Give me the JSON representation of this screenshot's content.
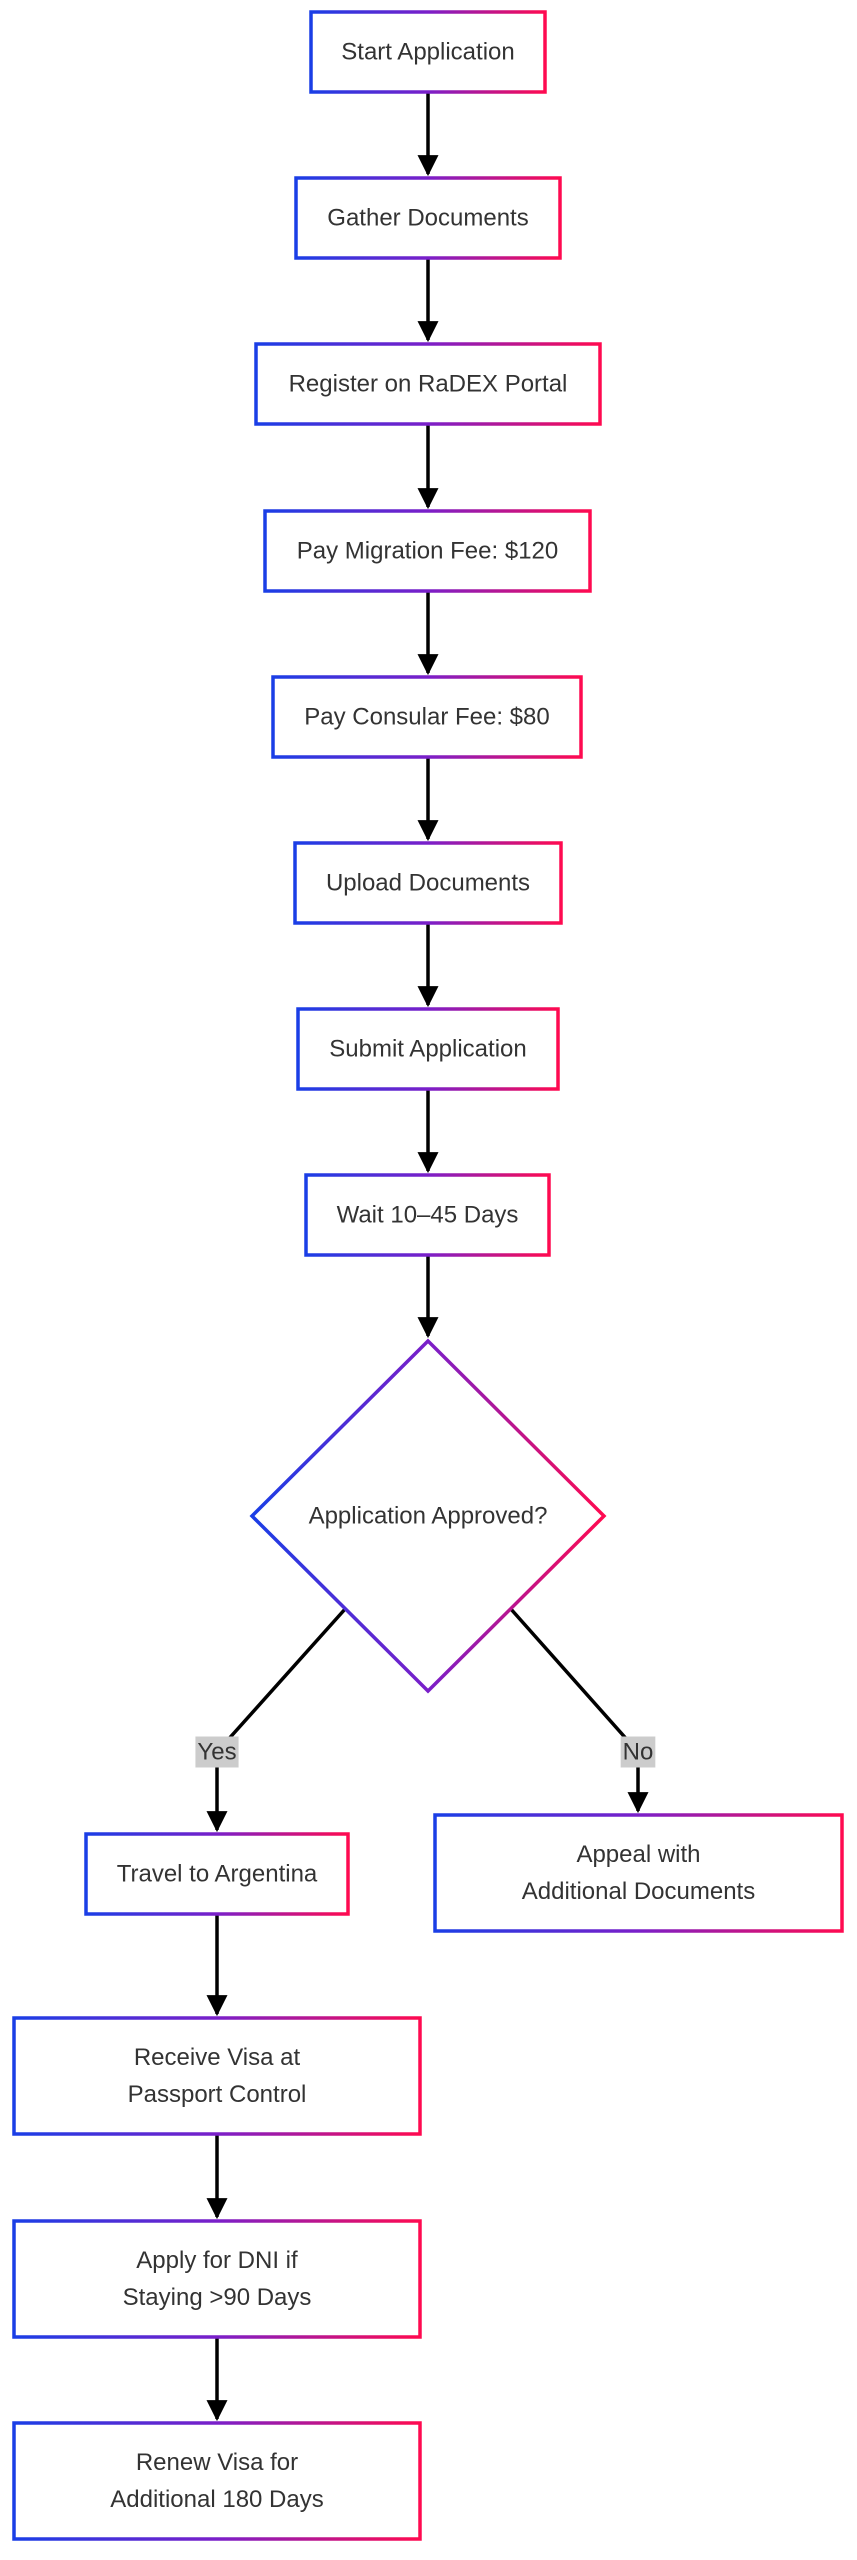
{
  "diagram": {
    "nodes": [
      {
        "id": "start",
        "label": "Start Application"
      },
      {
        "id": "gather",
        "label": "Gather Documents"
      },
      {
        "id": "register",
        "label": "Register on RaDEX Portal"
      },
      {
        "id": "migration_fee",
        "label": "Pay Migration Fee: $120"
      },
      {
        "id": "consular_fee",
        "label": "Pay Consular Fee: $80"
      },
      {
        "id": "upload",
        "label": "Upload Documents"
      },
      {
        "id": "submit",
        "label": "Submit Application"
      },
      {
        "id": "wait",
        "label": "Wait 10–45 Days"
      },
      {
        "id": "approved",
        "label": "Application Approved?"
      },
      {
        "id": "travel",
        "label": "Travel to Argentina"
      },
      {
        "id": "appeal",
        "label": "Appeal with Additional Documents"
      },
      {
        "id": "receive",
        "label": "Receive Visa at Passport Control"
      },
      {
        "id": "dni",
        "label": "Apply for DNI if Staying >90 Days"
      },
      {
        "id": "renew",
        "label": "Renew Visa for Additional 180 Days"
      }
    ],
    "edges": [
      {
        "from": "start",
        "to": "gather",
        "label": ""
      },
      {
        "from": "gather",
        "to": "register",
        "label": ""
      },
      {
        "from": "register",
        "to": "migration_fee",
        "label": ""
      },
      {
        "from": "migration_fee",
        "to": "consular_fee",
        "label": ""
      },
      {
        "from": "consular_fee",
        "to": "upload",
        "label": ""
      },
      {
        "from": "upload",
        "to": "submit",
        "label": ""
      },
      {
        "from": "submit",
        "to": "wait",
        "label": ""
      },
      {
        "from": "wait",
        "to": "approved",
        "label": ""
      },
      {
        "from": "approved",
        "to": "travel",
        "label": "Yes"
      },
      {
        "from": "approved",
        "to": "appeal",
        "label": "No"
      },
      {
        "from": "travel",
        "to": "receive",
        "label": ""
      },
      {
        "from": "receive",
        "to": "dni",
        "label": ""
      },
      {
        "from": "dni",
        "to": "renew",
        "label": ""
      }
    ]
  },
  "colors": {
    "node_border_start": "#1a3ee6",
    "node_border_mid": "#7a1fc9",
    "node_border_end": "#ff0a50",
    "node_fill": "#ffffff",
    "node_text": "#333333",
    "edge": "#000000",
    "edge_label_bg": "#cccccc"
  }
}
